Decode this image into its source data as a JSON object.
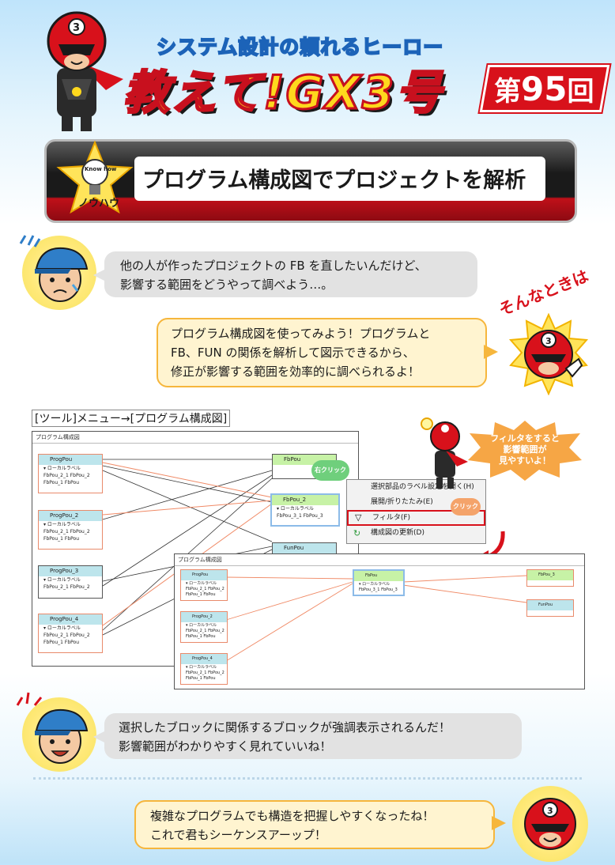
{
  "header": {
    "subtitle": "システム設計の頼れるヒーロー",
    "title": "教えて!GX3号",
    "episode_prefix": "第",
    "episode_number": "95",
    "episode_suffix": "回"
  },
  "banner": {
    "badge_top": "Know how",
    "badge_bottom": "ノウハウ",
    "title": "プログラム構成図でプロジェクトを解析"
  },
  "dialog": {
    "q1_line1": "他の人が作ったプロジェクトの FB を直したいんだけど、",
    "q1_line2": "影響する範囲をどうやって調べよう…。",
    "exclaim": "そんなときは",
    "a1_line1": "プログラム構成図を使ってみよう！プログラムと",
    "a1_line2": "FB、FUN の関係を解析して図示できるから、",
    "a1_line3": "修正が影響する範囲を効率的に調べられるよ！",
    "q2_line1": "選択したブロックに関係するブロックが強調表示されるんだ！",
    "q2_line2": "影響範囲がわかりやすく見れていいね！",
    "a2_line1": "複雑なプログラムでも構造を把握しやすくなったね！",
    "a2_line2": "これで君もシーケンスアーップ！"
  },
  "hero_mark": "3",
  "menu_path": "[ツール]メニュー→[プログラム構成図]",
  "screen1": {
    "window_title": "プログラム構成図",
    "blocks": [
      {
        "name": "ProgPou",
        "local": "ローカルラベル",
        "r1": "FbPou_2_1  FbPou_2",
        "r2": "FbPou_1    FbPou"
      },
      {
        "name": "ProgPou_2",
        "local": "ローカルラベル",
        "r1": "FbPou_2_1  FbPou_2",
        "r2": "FbPou_1    FbPou"
      },
      {
        "name": "ProgPou_3",
        "local": "ローカルラベル",
        "r1": "FbPou_2_1  FbPou_2",
        "r2": ""
      },
      {
        "name": "ProgPou_4",
        "local": "ローカルラベル",
        "r1": "FbPou_2_1  FbPou_2",
        "r2": "FbPou_1    FbPou"
      }
    ],
    "fb_blocks": [
      {
        "name": "FbPou"
      },
      {
        "name": "FbPou_2",
        "local": "ローカルラベル",
        "r1": "FbPou_3_1  FbPou_3"
      },
      {
        "name": "FunPou"
      }
    ],
    "right_click": "右クリック",
    "click": "クリック"
  },
  "context_menu": {
    "items": [
      "選択部品のラベル設定を開く(H)",
      "展開/折りたたみ(E)",
      "フィルタ(F)",
      "構成図の更新(D)"
    ]
  },
  "callout": {
    "line1": "フィルタをすると",
    "line2": "影響範囲が",
    "line3": "見やすいよ！"
  },
  "screen2": {
    "window_title": "プログラム構成図",
    "blocks": [
      {
        "name": "ProgPou",
        "local": "ローカルラベル",
        "r1": "FbPou_2_1  FbPou_2",
        "r2": "FbPou_1    FbPou"
      },
      {
        "name": "ProgPou_2",
        "local": "ローカルラベル",
        "r1": "FbPou_2_1  FbPou_2",
        "r2": "FbPou_1    FbPou"
      },
      {
        "name": "ProgPou_4",
        "local": "ローカルラベル",
        "r1": "FbPou_2_1  FbPou_2",
        "r2": "FbPou_1    FbPou"
      }
    ],
    "fb_block": {
      "name": "FbPou",
      "local": "ローカルラベル",
      "r1": "FbPou_3_1  FbPou_3"
    },
    "fb3": {
      "name": "FbPou_3"
    },
    "fun": {
      "name": "FunPou"
    }
  }
}
